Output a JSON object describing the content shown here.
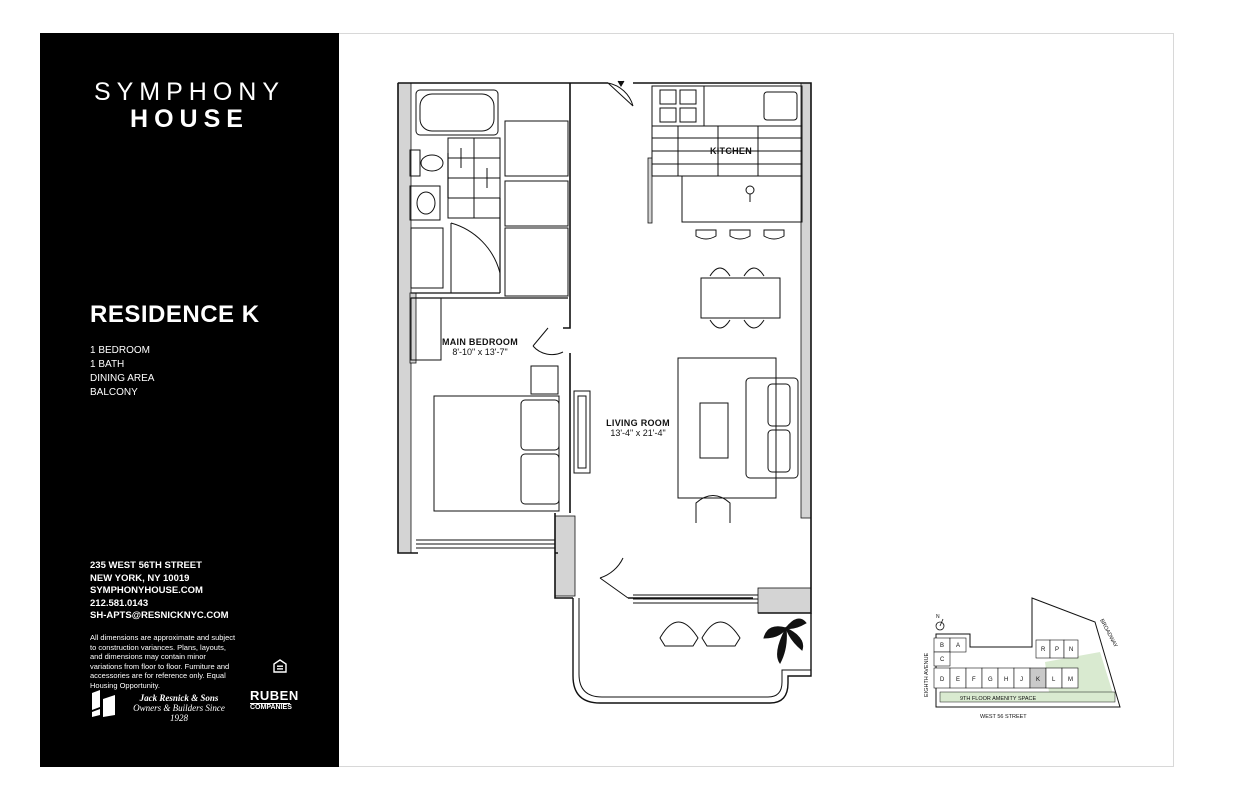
{
  "brand": {
    "line1": "SYMPHONY",
    "line2": "HOUSE"
  },
  "residence": {
    "title": "RESIDENCE K",
    "features": [
      "1 BEDROOM",
      "1 BATH",
      "DINING AREA",
      "BALCONY"
    ]
  },
  "contact": {
    "address1": "235 WEST 56TH STREET",
    "address2": "NEW YORK, NY 10019",
    "website": "SYMPHONYHOUSE.COM",
    "phone": "212.581.0143",
    "email": "SH-APTS@RESNICKNYC.COM"
  },
  "disclaimer": "All dimensions are approximate and subject to construction variances. Plans, layouts, and dimensions may contain minor variations from floor to floor. Furniture and accessories are for reference only. Equal Housing Opportunity.",
  "logos": {
    "resnick_name": "Jack Resnick & Sons",
    "resnick_sub": "Owners & Builders Since 1928",
    "ruben_line1": "RUBEN",
    "ruben_line2": "COMPANIES"
  },
  "rooms": {
    "kitchen": {
      "name": "KITCHEN"
    },
    "bedroom": {
      "name": "MAIN BEDROOM",
      "dims": "8'-10\" x 13'-7\""
    },
    "living": {
      "name": "LIVING ROOM",
      "dims": "13'-4\" x 21'-4\""
    }
  },
  "keyplan": {
    "north": "N",
    "avenue": "EIGHTH AVENUE",
    "broadway": "BROADWAY",
    "street": "WEST 56 STREET",
    "amenity": "9TH FLOOR AMENITY SPACE",
    "units_top": [
      "B",
      "A",
      "R",
      "P",
      "N"
    ],
    "units_c": "C",
    "units_bottom": [
      "D",
      "E",
      "F",
      "G",
      "H",
      "J",
      "K",
      "L",
      "M"
    ],
    "highlight_unit": "K",
    "colors": {
      "amenity": "#d9ead0",
      "highlight": "#c9c9c9"
    }
  }
}
